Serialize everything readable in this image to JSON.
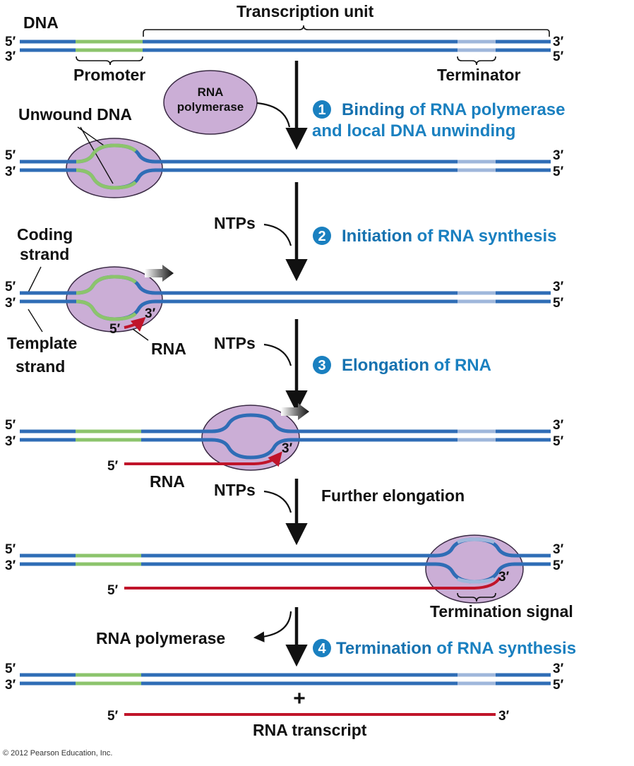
{
  "colors": {
    "dna": "#2f6db6",
    "promoter": "#8cc46c",
    "terminator": "#9fb7db",
    "rna": "#c0142a",
    "polymerase_fill": "#cbaed6",
    "polymerase_edge": "#3a2a44",
    "step_text": "#1a80c0",
    "step_circle": "#1a80c0"
  },
  "labels": {
    "dna": "DNA",
    "transcription_unit": "Transcription unit",
    "promoter": "Promoter",
    "terminator": "Terminator",
    "rna_polymerase_line1": "RNA",
    "rna_polymerase_line2": "polymerase",
    "unwound_dna": "Unwound DNA",
    "ntps": "NTPs",
    "coding_strand_line1": "Coding",
    "coding_strand_line2": "strand",
    "template_strand_line1": "Template",
    "template_strand_line2": "strand",
    "rna": "RNA",
    "further_elongation": "Further elongation",
    "termination_signal": "Termination signal",
    "rna_polymerase_release": "RNA polymerase",
    "rna_transcript": "RNA transcript",
    "plus": "+",
    "five_prime": "5′",
    "three_prime": "3′",
    "copyright": "© 2012 Pearson Education, Inc."
  },
  "steps": [
    {
      "number": "1",
      "bold": "Binding",
      "rest": " of RNA polymerase",
      "line2": "and local DNA unwinding"
    },
    {
      "number": "2",
      "bold": "Initiation",
      "rest": " of RNA synthesis"
    },
    {
      "number": "3",
      "bold": "Elongation",
      "rest": " of RNA"
    },
    {
      "number": "4",
      "bold": "Termination",
      "rest": " of RNA synthesis"
    }
  ]
}
